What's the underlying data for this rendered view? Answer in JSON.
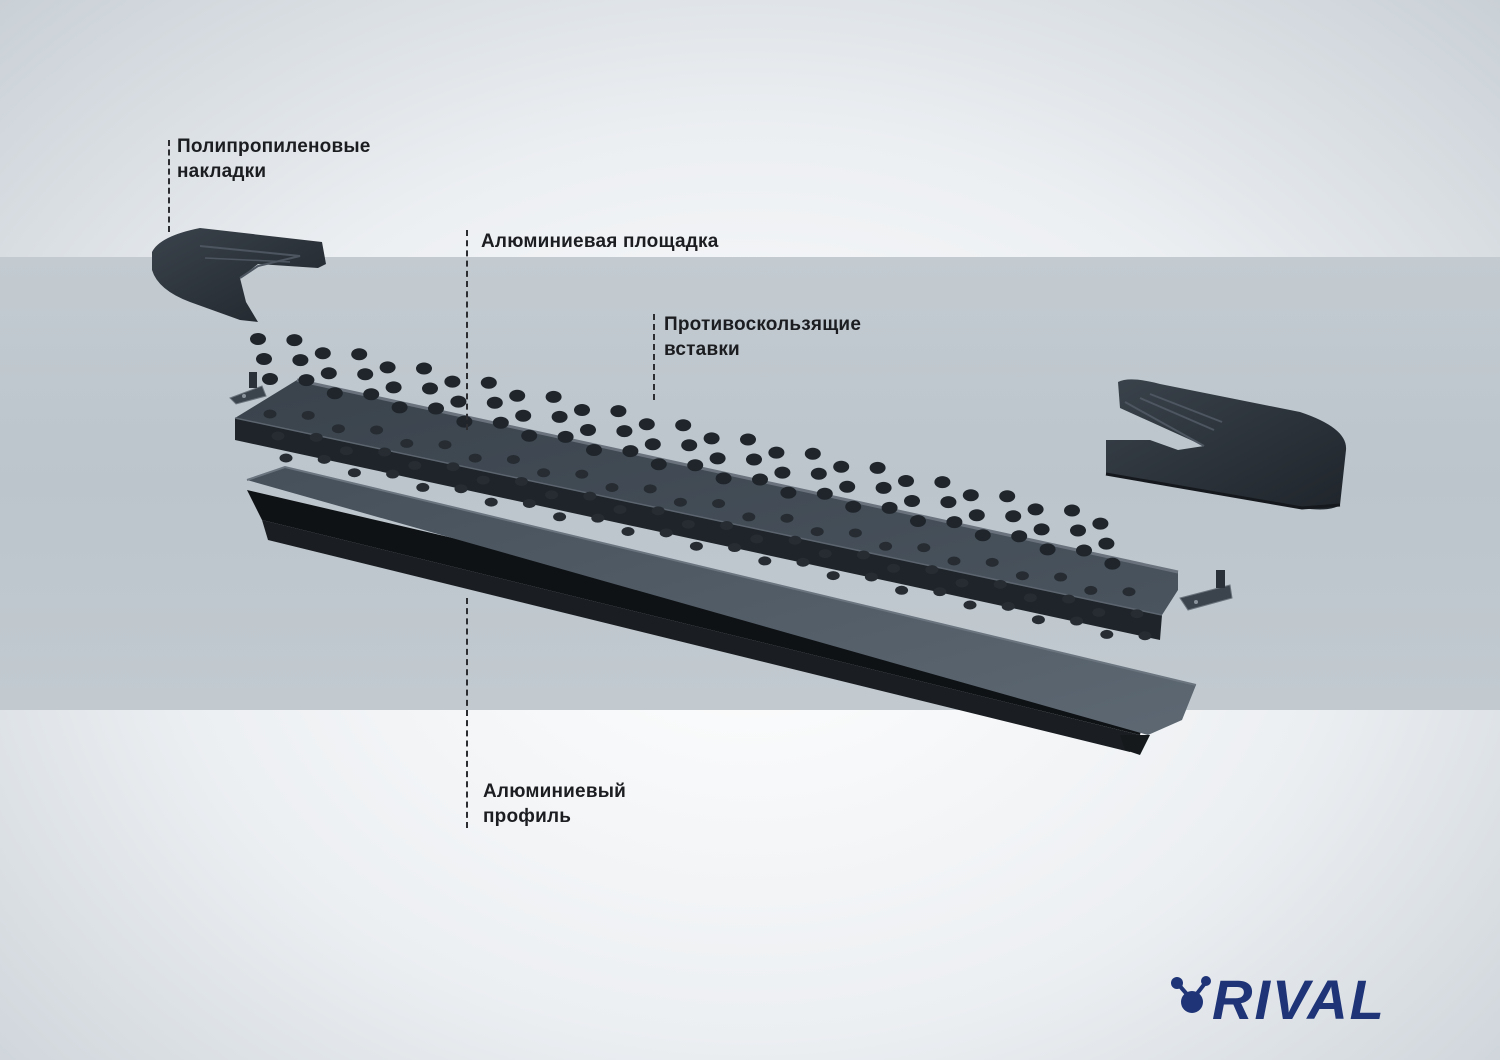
{
  "labels": {
    "caps": [
      "Полипропиленовые",
      "накладки"
    ],
    "platform": [
      "Алюминиевая площадка"
    ],
    "inserts": [
      "Противоскользящие",
      "вставки"
    ],
    "profile": [
      "Алюминиевый",
      "профиль"
    ]
  },
  "logo": {
    "text": "RIVAL",
    "icon": "rival-atom-icon"
  },
  "colors": {
    "background": "#eceff2",
    "band": "#bcc5cc",
    "parts": "#2e353d",
    "logo": "#1e3477",
    "text": "#1b1d20"
  }
}
